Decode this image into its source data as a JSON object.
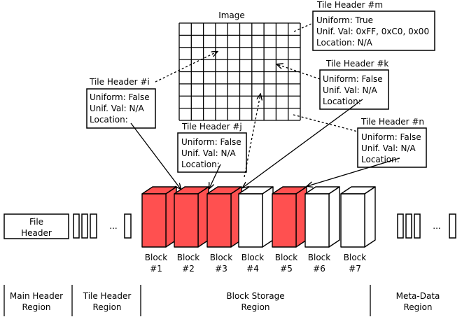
{
  "image": {
    "title": "Image",
    "grid_cols": 10,
    "grid_rows": 8
  },
  "tile_headers": [
    {
      "id": "m",
      "title": "Tile Header #m",
      "lines": [
        "Uniform: True",
        "Unif. Val: 0xFF, 0xC0, 0x00",
        "Location: N/A"
      ]
    },
    {
      "id": "k",
      "title": "Tile Header #k",
      "lines": [
        "Uniform: False",
        "Unif. Val: N/A",
        "Location:"
      ]
    },
    {
      "id": "i",
      "title": "Tile Header #i",
      "lines": [
        "Uniform: False",
        "Unif. Val: N/A",
        "Location:"
      ]
    },
    {
      "id": "j",
      "title": "Tile Header #j",
      "lines": [
        "Uniform: False",
        "Unif. Val: N/A",
        "Location:"
      ]
    },
    {
      "id": "n",
      "title": "Tile Header #n",
      "lines": [
        "Uniform: False",
        "Unif. Val: N/A",
        "Location:"
      ]
    }
  ],
  "file_header": {
    "lines": [
      "File",
      "Header"
    ]
  },
  "ellipsis": "...",
  "blocks": [
    {
      "lines": [
        "Block",
        "#1"
      ],
      "filled": true
    },
    {
      "lines": [
        "Block",
        "#2"
      ],
      "filled": true
    },
    {
      "lines": [
        "Block",
        "#3"
      ],
      "filled": true
    },
    {
      "lines": [
        "Block",
        "#4"
      ],
      "filled": false
    },
    {
      "lines": [
        "Block",
        "#5"
      ],
      "filled": true
    },
    {
      "lines": [
        "Block",
        "#6"
      ],
      "filled": false
    },
    {
      "lines": [
        "Block",
        "#7"
      ],
      "filled": false
    }
  ],
  "regions": [
    {
      "lines": [
        "Main Header",
        "Region"
      ]
    },
    {
      "lines": [
        "Tile Header",
        "Region"
      ]
    },
    {
      "lines": [
        "Block Storage",
        "Region"
      ]
    },
    {
      "lines": [
        "Meta-Data",
        "Region"
      ]
    }
  ],
  "colors": {
    "block_fill": "#ff5050",
    "line": "#000000",
    "background": "#ffffff"
  }
}
